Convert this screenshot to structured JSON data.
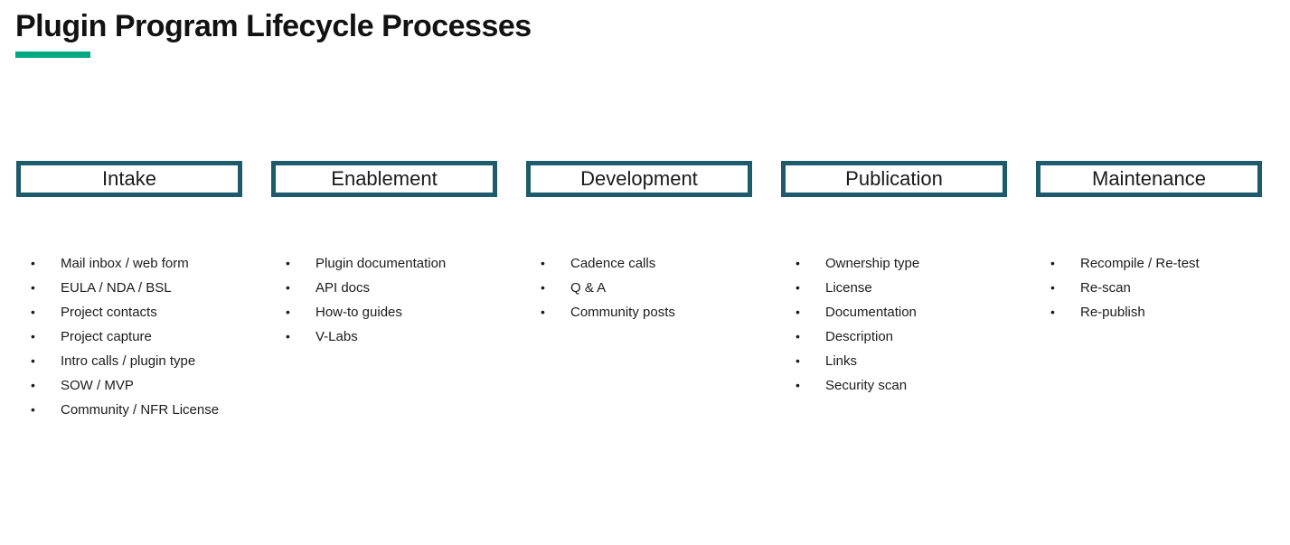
{
  "page": {
    "title": "Plugin Program Lifecycle Processes"
  },
  "glyphs": {
    "bullet": "•"
  },
  "colors": {
    "accent_green": "#01A982",
    "box_border_teal": "#1D5B6C",
    "title_text": "#121212",
    "body_text": "#1C1C1C"
  },
  "columns": [
    {
      "id": "intake",
      "header": "Intake",
      "items": [
        "Mail inbox / web form",
        "EULA / NDA / BSL",
        "Project contacts",
        "Project capture",
        "Intro calls / plugin type",
        "SOW / MVP",
        "Community / NFR License"
      ]
    },
    {
      "id": "enablement",
      "header": "Enablement",
      "items": [
        "Plugin documentation",
        "API docs",
        "How-to guides",
        "V-Labs"
      ]
    },
    {
      "id": "development",
      "header": "Development",
      "items": [
        "Cadence calls",
        "Q & A",
        "Community posts"
      ]
    },
    {
      "id": "publication",
      "header": "Publication",
      "items": [
        "Ownership type",
        "License",
        "Documentation",
        "Description",
        "Links",
        "Security scan"
      ]
    },
    {
      "id": "maintenance",
      "header": "Maintenance",
      "items": [
        "Recompile / Re-test",
        "Re-scan",
        "Re-publish"
      ]
    }
  ]
}
